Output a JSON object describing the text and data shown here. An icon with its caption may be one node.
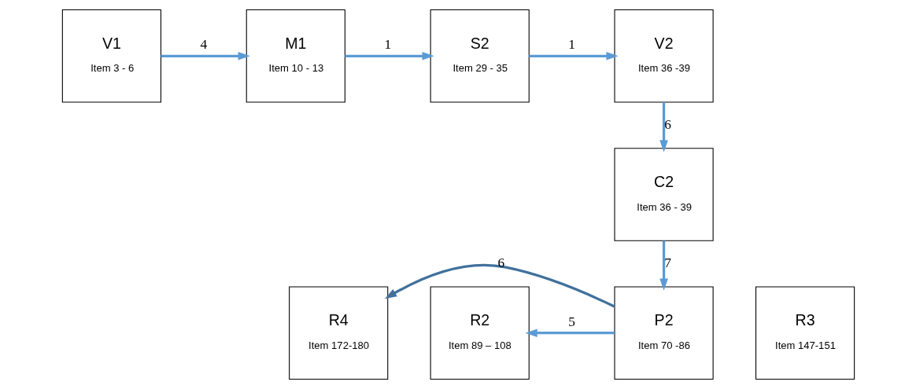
{
  "diagram": {
    "nodes": [
      {
        "text": [
          "V1",
          "Item 3 - 6"
        ]
      },
      {
        "text": [
          "M1",
          "Item 10 - 13"
        ]
      },
      {
        "text": [
          "S2",
          "Item 29 - 35"
        ]
      },
      {
        "text": [
          "V2",
          "Item 36 -39"
        ]
      },
      {
        "text": [
          "C2",
          "Item 36 - 39"
        ]
      },
      {
        "text": [
          "R4",
          "Item 172-180"
        ]
      },
      {
        "text": [
          "R3",
          "Item 147-151"
        ]
      },
      {
        "text": [
          "R2",
          "Item 89 – 108"
        ]
      },
      {
        "text": [
          "P2",
          "Item 70 -86"
        ]
      }
    ],
    "edges": [
      {
        "from": 0,
        "to": 1,
        "arrow": "to",
        "label": "4"
      },
      {
        "from": 1,
        "to": 2,
        "arrow": "to",
        "label": "1"
      },
      {
        "from": 2,
        "to": 3,
        "arrow": "to",
        "label": "1"
      },
      {
        "from": 3,
        "to": 4,
        "arrow": "to",
        "label": "6"
      },
      {
        "from": 4,
        "to": 8,
        "arrow": "to",
        "label": "7"
      },
      {
        "from": 8,
        "to": 7,
        "arrow": "to",
        "label": "5"
      },
      {
        "from": 8,
        "to": 5,
        "arrow": "to",
        "label": "6",
        "color": "#41719c"
      }
    ]
  }
}
